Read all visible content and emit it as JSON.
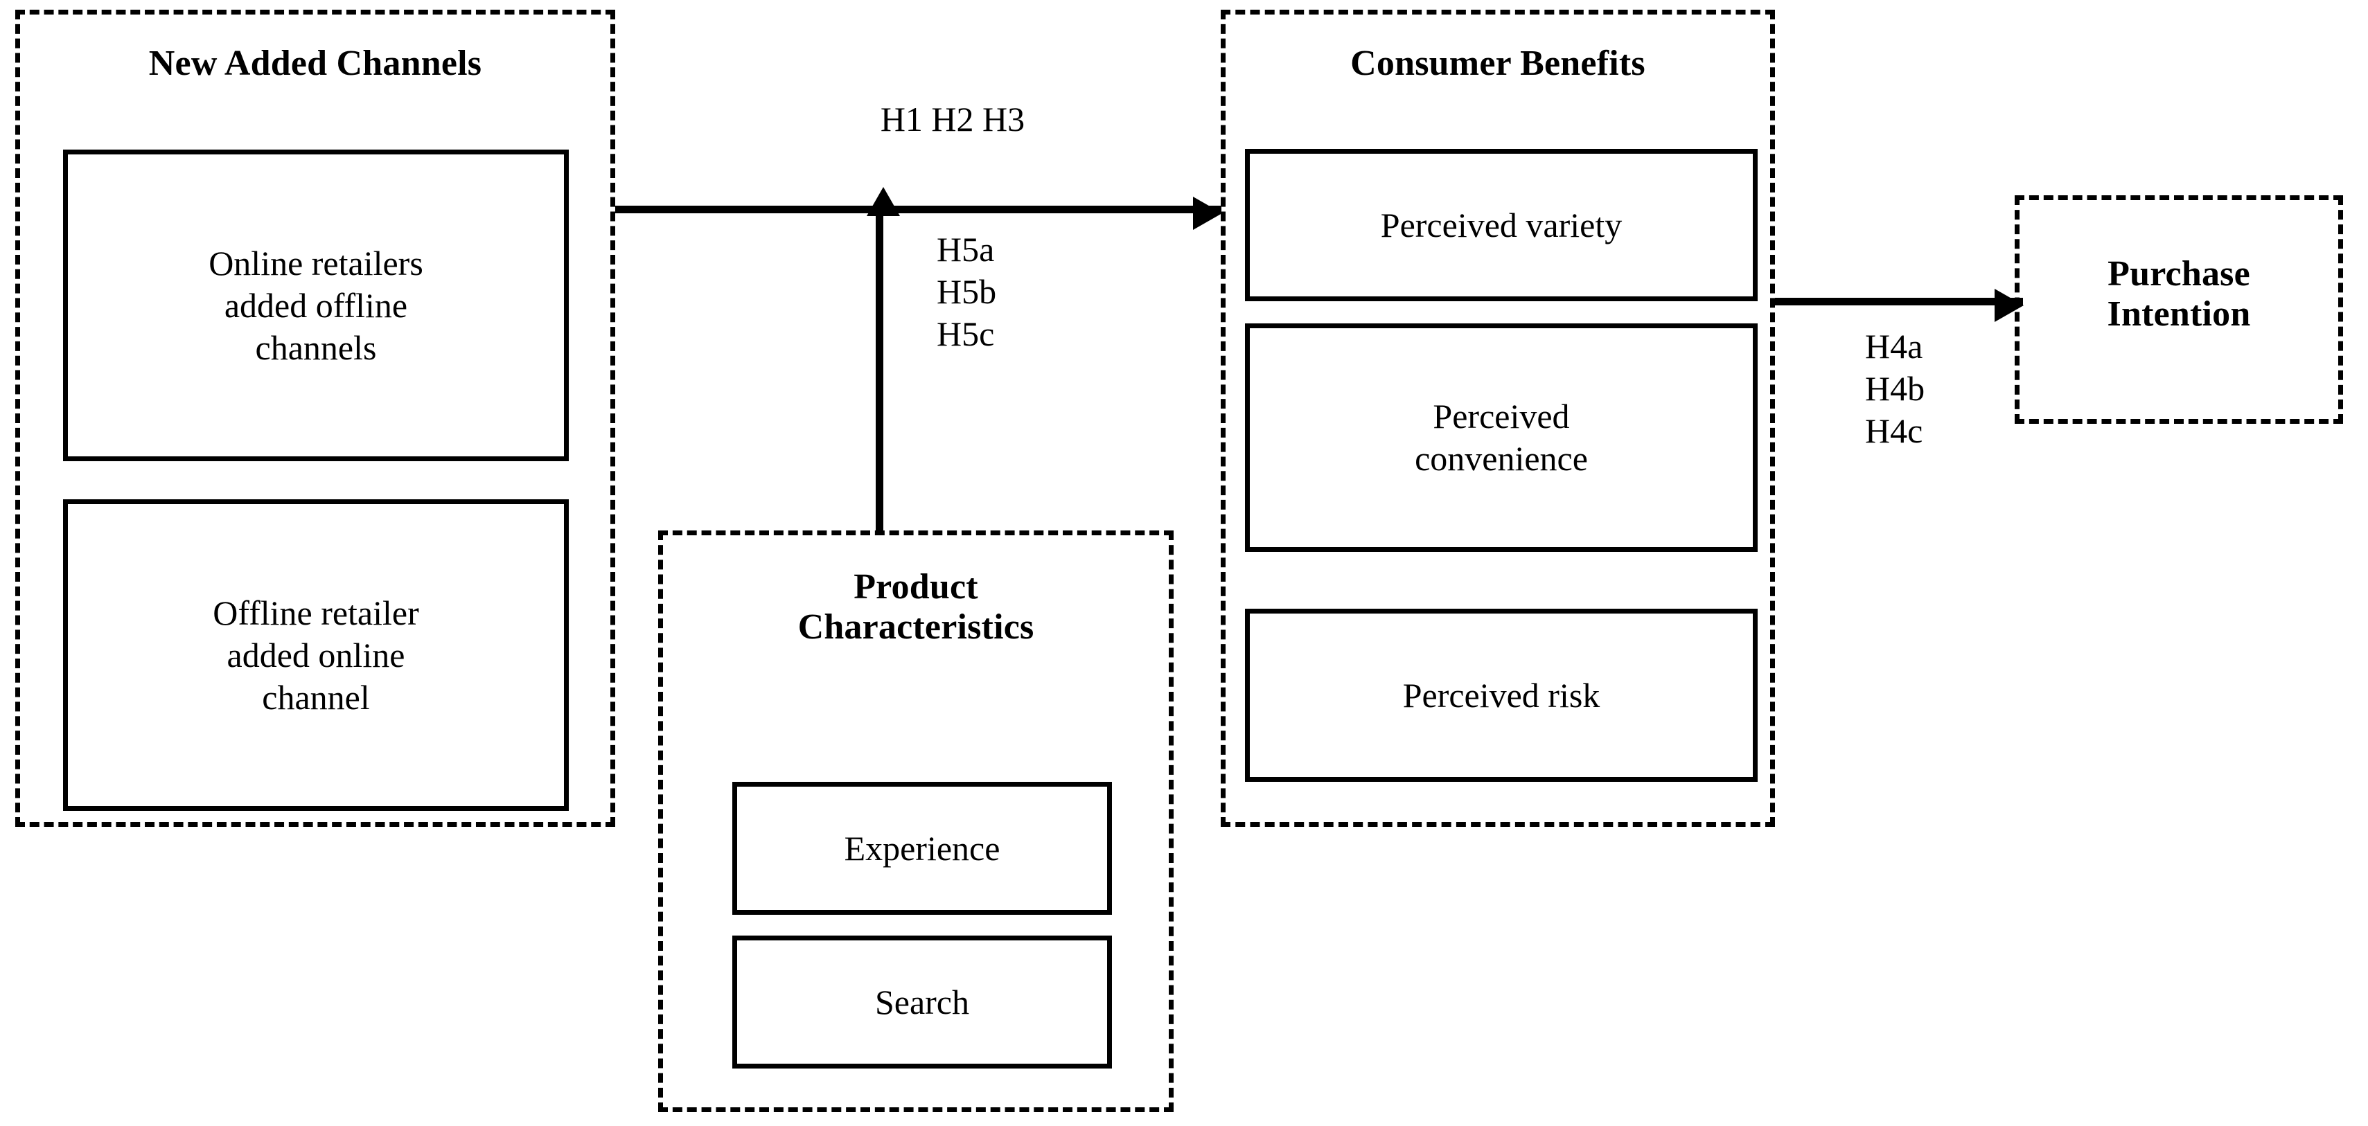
{
  "diagram": {
    "title": "Research framework: new added channels, consumer benefits and purchase intention",
    "background": "#ffffff",
    "line_color": "#000000"
  },
  "groups": {
    "new_added_channels": {
      "title": "New Added Channels",
      "nodes": [
        {
          "label": "Online retailers\nadded offline\nchannels"
        },
        {
          "label": "Offline retailer\nadded online\nchannel"
        }
      ]
    },
    "product_characteristics": {
      "title": "Product\nCharacteristics",
      "nodes": [
        {
          "label": "Experience"
        },
        {
          "label": "Search"
        }
      ]
    },
    "consumer_benefits": {
      "title": "Consumer Benefits",
      "nodes": [
        {
          "label": "Perceived variety"
        },
        {
          "label": "Perceived\nconvenience"
        },
        {
          "label": "Perceived risk"
        }
      ]
    },
    "purchase_intention": {
      "title": "Purchase\nIntention"
    }
  },
  "hypotheses": {
    "channels_to_benefits": "H1 H2 H3",
    "moderation": "H5a\nH5b\nH5c",
    "benefits_to_intention": "H4a\nH4b\nH4c"
  },
  "arrows": [
    {
      "name": "channels-to-benefits-arrow",
      "direction": "right"
    },
    {
      "name": "product-characteristics-moderator-arrow",
      "direction": "up"
    },
    {
      "name": "benefits-to-purchase-intention-arrow",
      "direction": "right"
    }
  ]
}
